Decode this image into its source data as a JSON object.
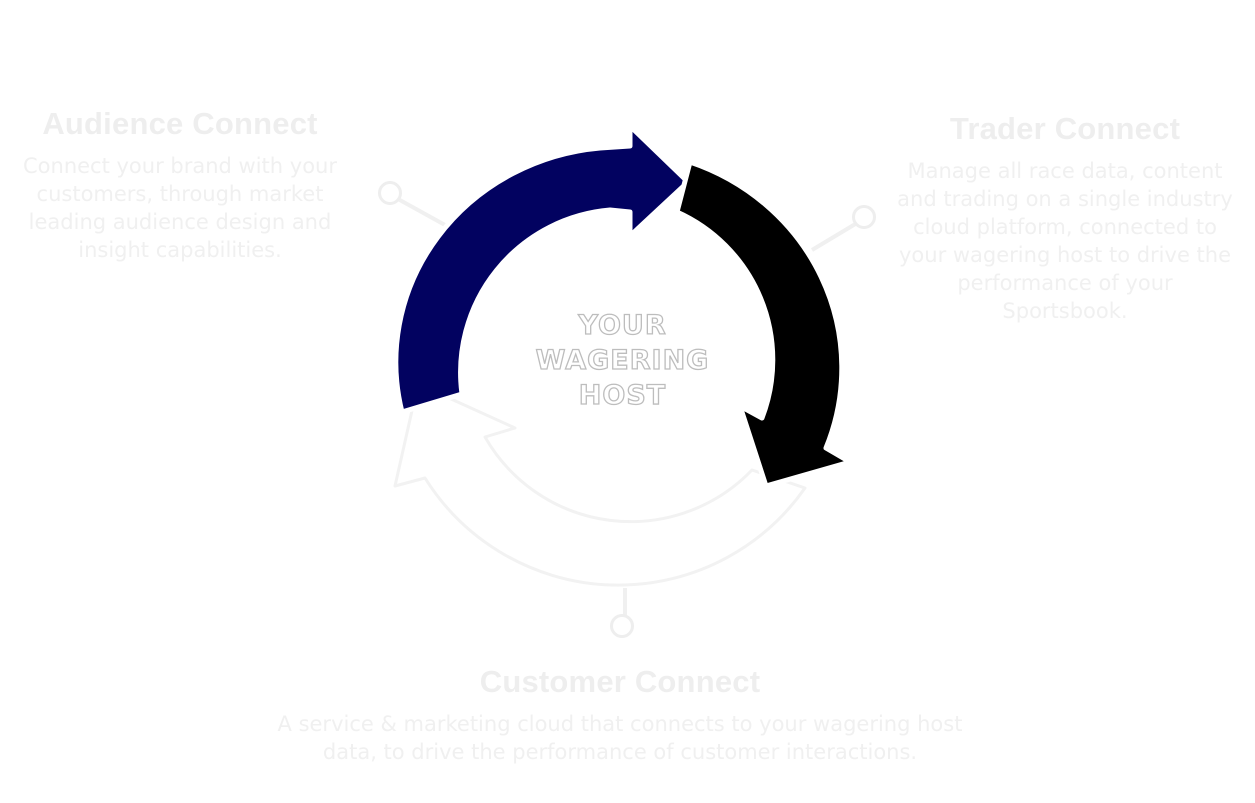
{
  "center": {
    "lines": [
      "YOUR",
      "WAGERING",
      "HOST"
    ]
  },
  "blocks": {
    "audience": {
      "title": "Audience Connect",
      "description": "Connect your brand with your customers, through market leading audience design and insight capabilities."
    },
    "trader": {
      "title": "Trader Connect",
      "description": "Manage all race data, content and trading on a single industry cloud platform, connected to your wagering host to drive the performance of your Sportsbook."
    },
    "customer": {
      "title": "Customer Connect",
      "description": "A service & marketing cloud that connects to your wagering host data, to drive the performance of customer interactions."
    }
  },
  "colors": {
    "audience_arrow": "#020260",
    "trader_arrow": "#000000",
    "customer_arrow": "#ffffff",
    "outline": "#f2f2f2",
    "connector": "#f0f0f0"
  }
}
